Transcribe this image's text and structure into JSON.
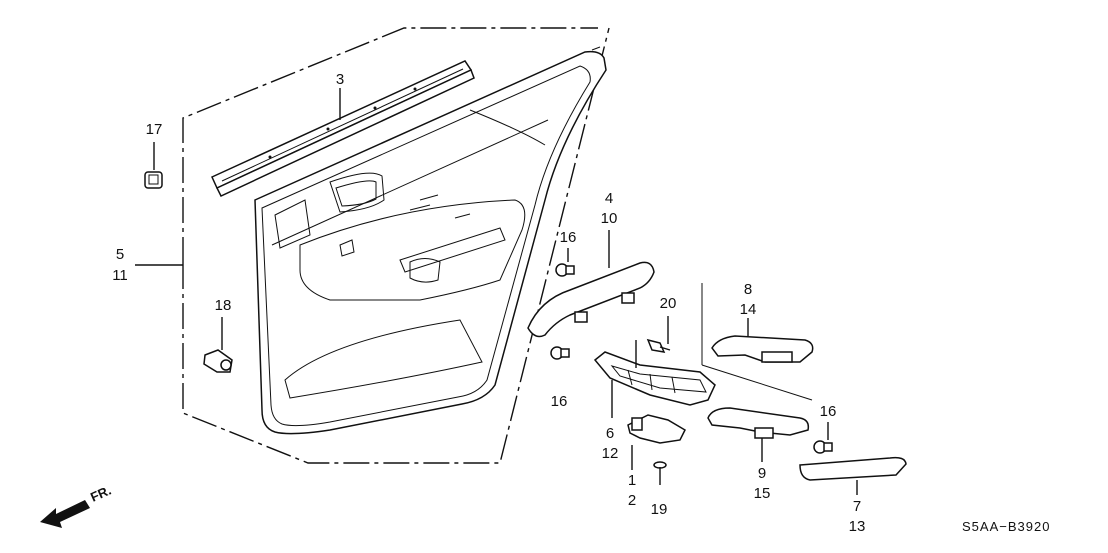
{
  "callouts": {
    "p3": "3",
    "p17": "17",
    "p5": "5",
    "p11": "11",
    "p18": "18",
    "p4": "4",
    "p10": "10",
    "p16a": "16",
    "p16b": "16",
    "p16c": "16",
    "p20": "20",
    "p8": "8",
    "p14": "14",
    "p6": "6",
    "p12": "12",
    "p1": "1",
    "p2": "2",
    "p19": "19",
    "p9": "9",
    "p15": "15",
    "p7": "7",
    "p13": "13"
  },
  "front_arrow_label": "FR.",
  "diagram_code": "S5AA−B3920"
}
